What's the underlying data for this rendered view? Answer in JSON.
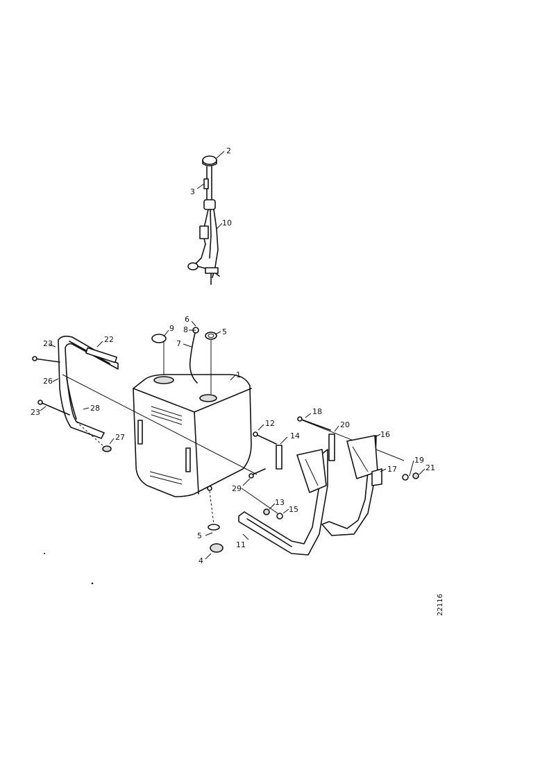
{
  "diagram": {
    "drawing_code": "22116",
    "callouts": [
      {
        "id": "c2",
        "text": "2"
      },
      {
        "id": "c3",
        "text": "3"
      },
      {
        "id": "c10",
        "text": "10"
      },
      {
        "id": "c9",
        "text": "9"
      },
      {
        "id": "c6",
        "text": "6"
      },
      {
        "id": "c8",
        "text": "8"
      },
      {
        "id": "c7",
        "text": "7"
      },
      {
        "id": "c5top",
        "text": "5"
      },
      {
        "id": "c1",
        "text": "1"
      },
      {
        "id": "c22",
        "text": "22"
      },
      {
        "id": "c23a",
        "text": "23"
      },
      {
        "id": "c26",
        "text": "26"
      },
      {
        "id": "c23b",
        "text": "23"
      },
      {
        "id": "c28",
        "text": "28"
      },
      {
        "id": "c27",
        "text": "27"
      },
      {
        "id": "c12",
        "text": "12"
      },
      {
        "id": "c14",
        "text": "14"
      },
      {
        "id": "c18",
        "text": "18"
      },
      {
        "id": "c20",
        "text": "20"
      },
      {
        "id": "c16",
        "text": "16"
      },
      {
        "id": "c17",
        "text": "17"
      },
      {
        "id": "c19",
        "text": "19"
      },
      {
        "id": "c21",
        "text": "21"
      },
      {
        "id": "c29",
        "text": "29"
      },
      {
        "id": "c13",
        "text": "13"
      },
      {
        "id": "c15",
        "text": "15"
      },
      {
        "id": "c11",
        "text": "11"
      },
      {
        "id": "c5bot",
        "text": "5"
      },
      {
        "id": "c4",
        "text": "4"
      }
    ]
  }
}
